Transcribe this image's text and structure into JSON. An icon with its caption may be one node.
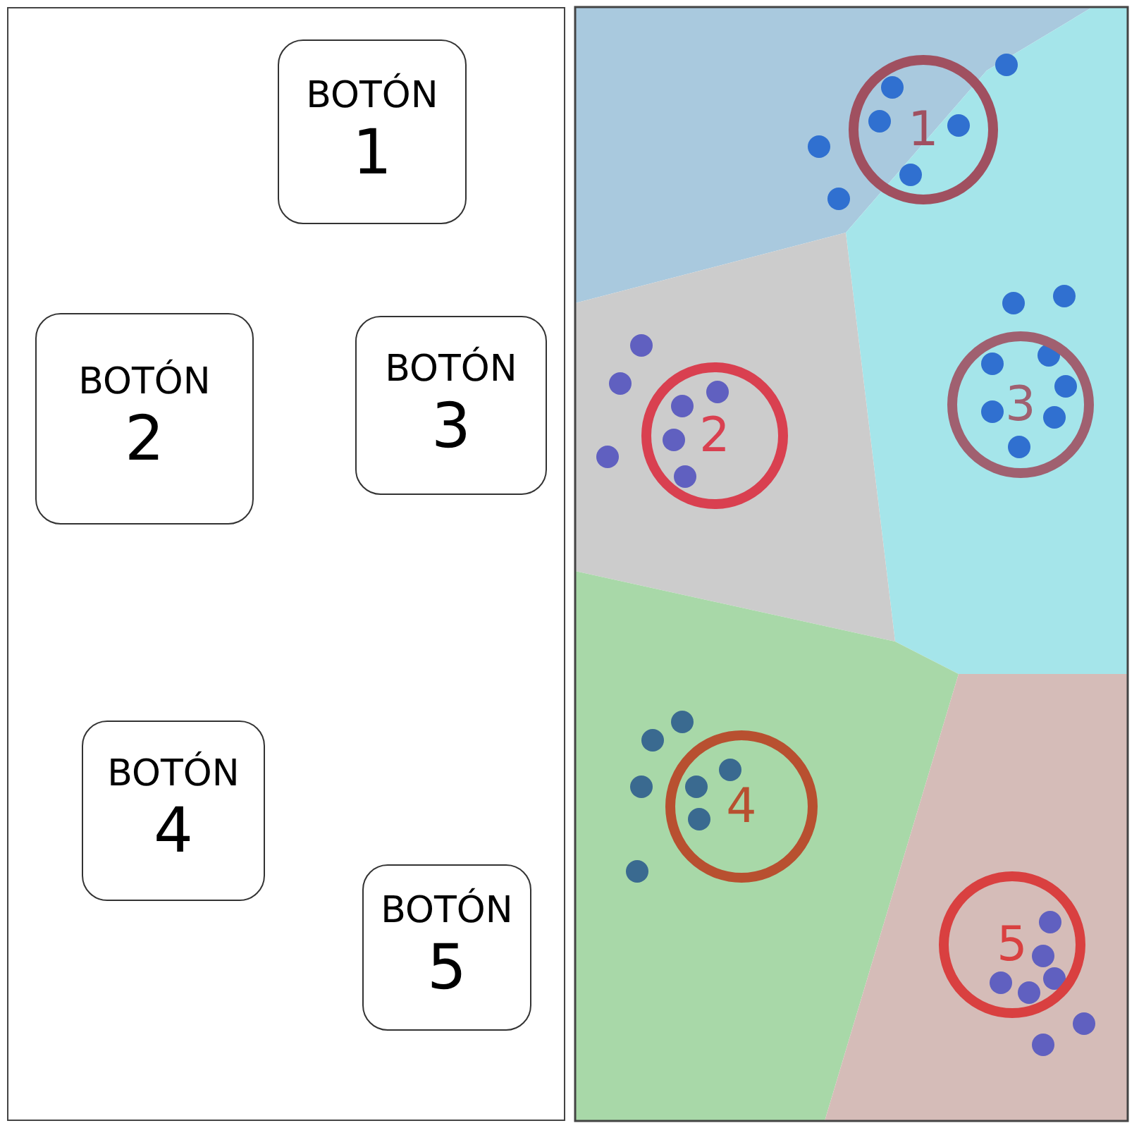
{
  "diagram": {
    "nodes": [
      {
        "text": [
          "BOTÓN",
          "1"
        ]
      },
      {
        "text": [
          "BOTÓN",
          "2"
        ]
      },
      {
        "text": [
          "BOTÓN",
          "3"
        ]
      },
      {
        "text": [
          "BOTÓN",
          "4"
        ]
      },
      {
        "text": [
          "BOTÓN",
          "5"
        ]
      },
      {
        "text": [
          "1"
        ]
      },
      {
        "text": [
          "2"
        ]
      },
      {
        "text": [
          "3"
        ]
      },
      {
        "text": [
          "4"
        ]
      },
      {
        "text": [
          "5"
        ]
      }
    ]
  }
}
